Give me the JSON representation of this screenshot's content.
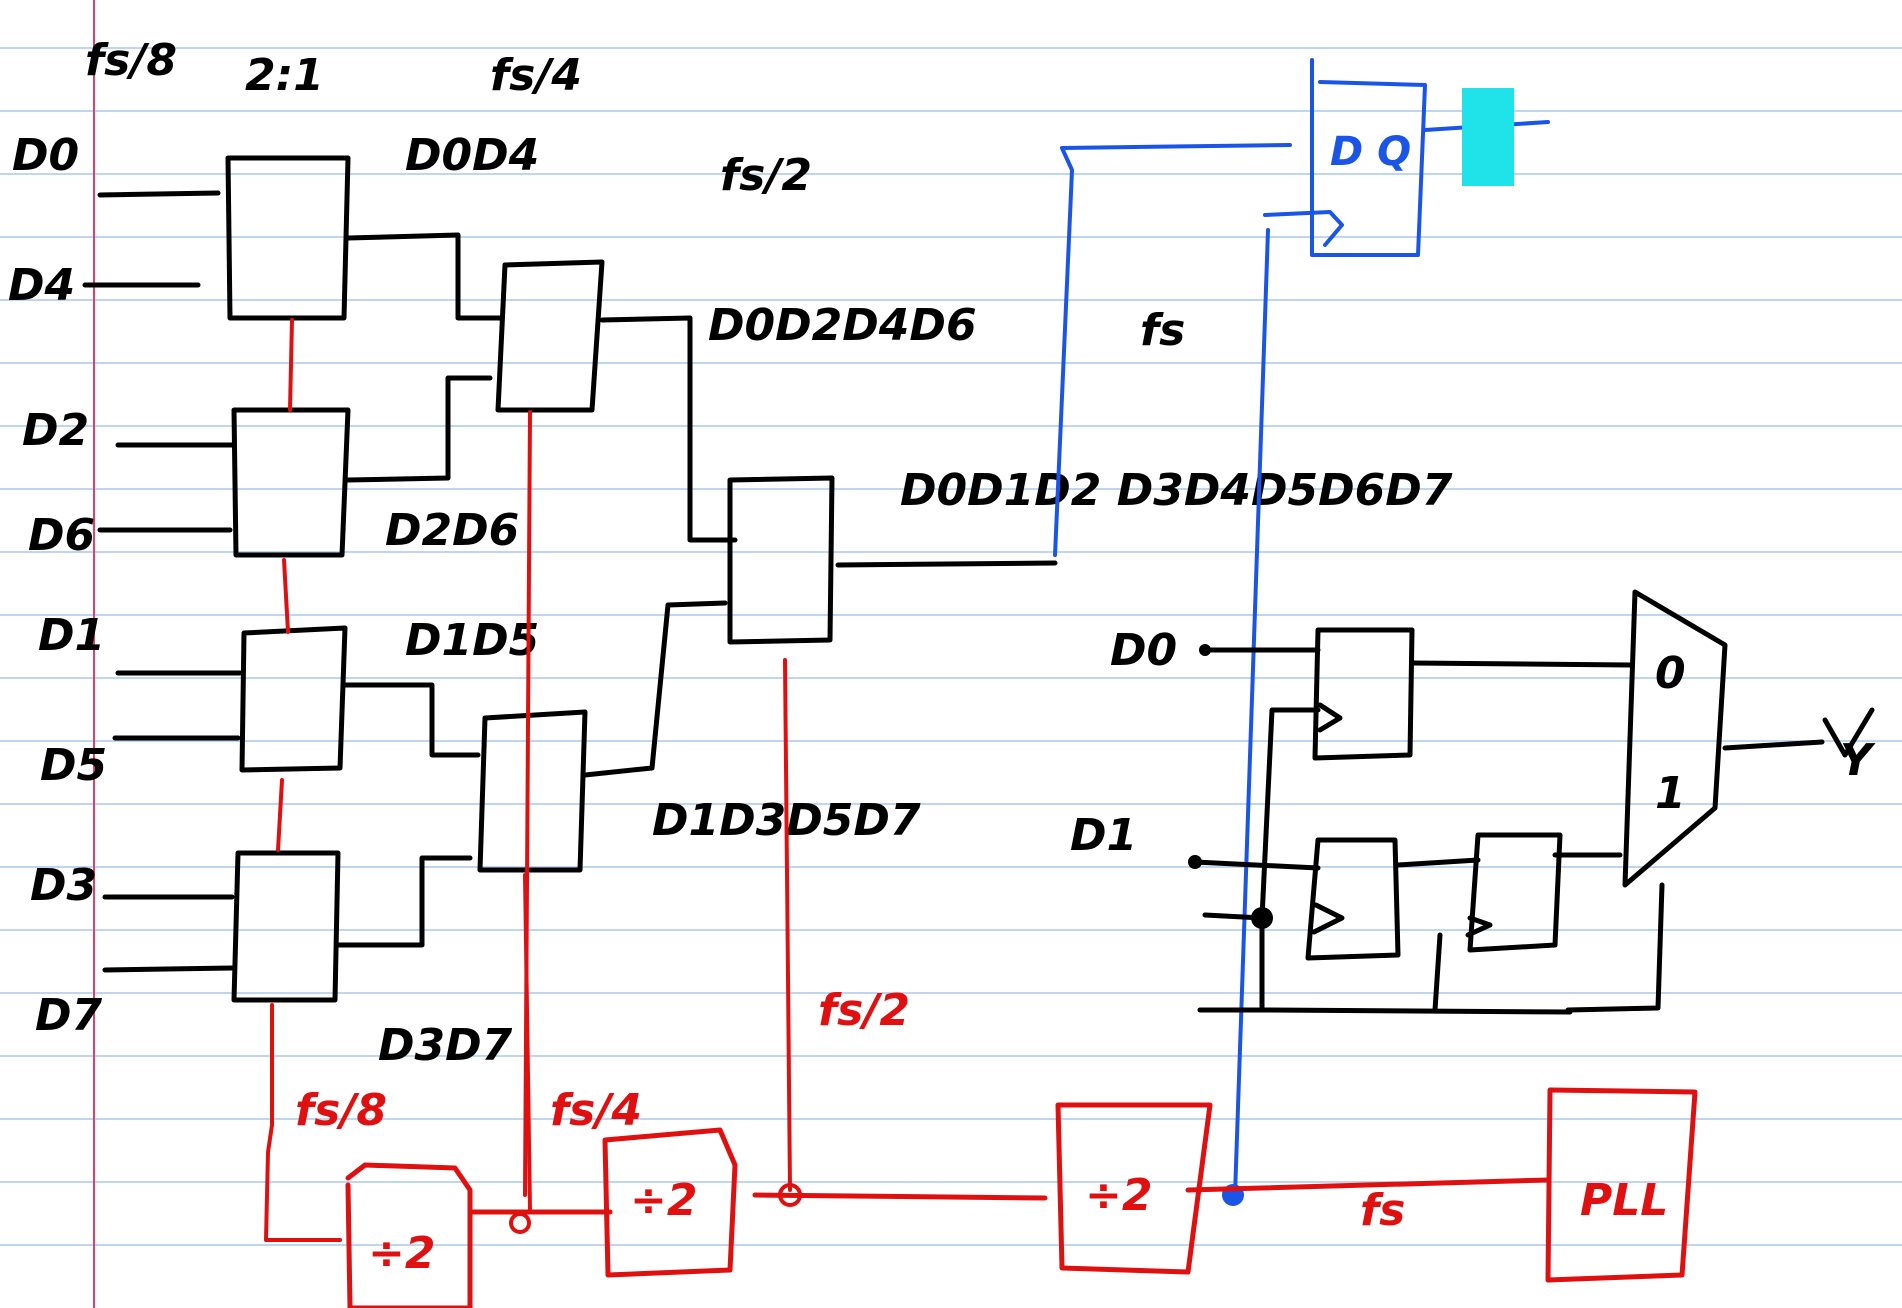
{
  "labels": {
    "rate_in": "fs/8",
    "mux_ratio": "2:1",
    "rate_stage2": "fs/4",
    "rate_stage3": "fs/2",
    "in_d0": "D0",
    "in_d4": "D4",
    "in_d2": "D2",
    "in_d6": "D6",
    "in_d1": "D1",
    "in_d5": "D5",
    "in_d3": "D3",
    "in_d7": "D7",
    "pair_d0d4": "D0D4",
    "pair_d2d6": "D2D6",
    "pair_d1d5": "D1D5",
    "pair_d3d7": "D3D7",
    "quad_even": "D0D2D4D6",
    "quad_odd": "D1D3D5D7",
    "serial_out": "D0D1D2 D3D4D5D6D7",
    "clock_fs": "fs",
    "dff_label": "D Q",
    "rt_d0": "D0",
    "rt_d1": "D1",
    "mux_sel0": "0",
    "mux_sel1": "1",
    "output_y": "Y",
    "red_fs8": "fs/8",
    "red_fs4": "fs/4",
    "red_fs2": "fs/2",
    "red_fs": "fs",
    "div_a": "÷2",
    "div_b": "÷2",
    "div_c": "÷2",
    "pll": "PLL"
  },
  "colors": {
    "ink": "#000000",
    "clock_tree": "#e01010",
    "retiming": "#1a55e8",
    "highlight": "#1fe3e8",
    "ruled_line": "#a9c8ee",
    "margin_line": "#e04070"
  }
}
